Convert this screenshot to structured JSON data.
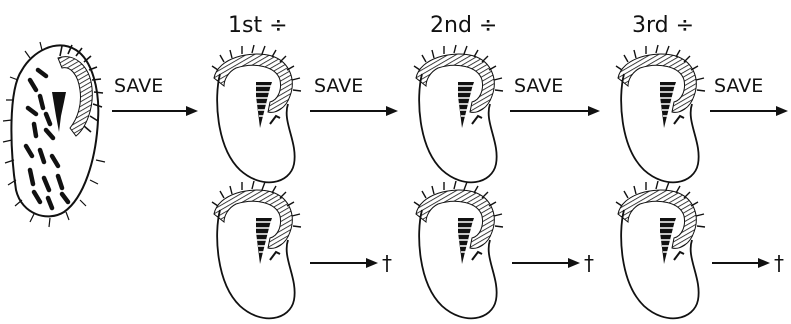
{
  "divisions": [
    {
      "label": "1st ÷"
    },
    {
      "label": "2nd ÷"
    },
    {
      "label": "3rd ÷"
    }
  ],
  "save_label": "SAVE",
  "death_mark": "†"
}
